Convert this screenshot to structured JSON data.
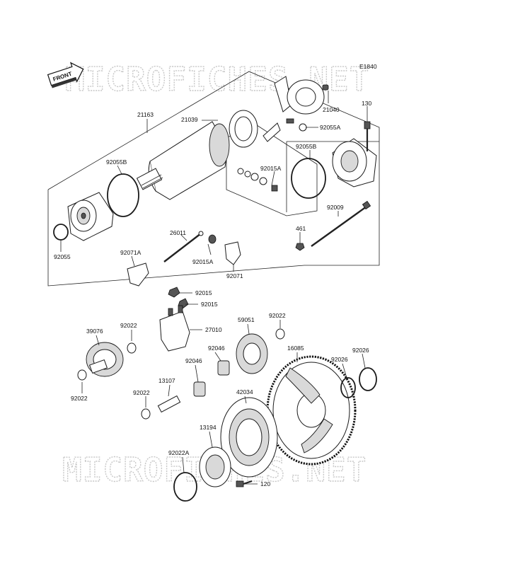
{
  "diagram_code": "E1840",
  "front_label": "FRONT",
  "watermark": "MICROFICHES.NET",
  "parts": {
    "p21163": "21163",
    "p21039": "21039",
    "p21040": "21040",
    "p130": "130",
    "p92055A": "92055A",
    "p92055B_top": "92055B",
    "p92055B_left": "92055B",
    "p92015A_top": "92015A",
    "p92009": "92009",
    "p461": "461",
    "p92055": "92055",
    "p26011": "26011",
    "p92071A": "92071A",
    "p92015A_mid": "92015A",
    "p92071": "92071",
    "p92015_a": "92015",
    "p92015_b": "92015",
    "p27010": "27010",
    "p39076": "39076",
    "p92022_a": "92022",
    "p92022_b": "92022",
    "p92022_c": "92022",
    "p92022_d": "92022",
    "p59051": "59051",
    "p92046_a": "92046",
    "p92046_b": "92046",
    "p16085": "16085",
    "p92026_a": "92026",
    "p92026_b": "92026",
    "p13107": "13107",
    "p42034": "42034",
    "p13194": "13194",
    "p92022A": "92022A",
    "p120": "120"
  }
}
